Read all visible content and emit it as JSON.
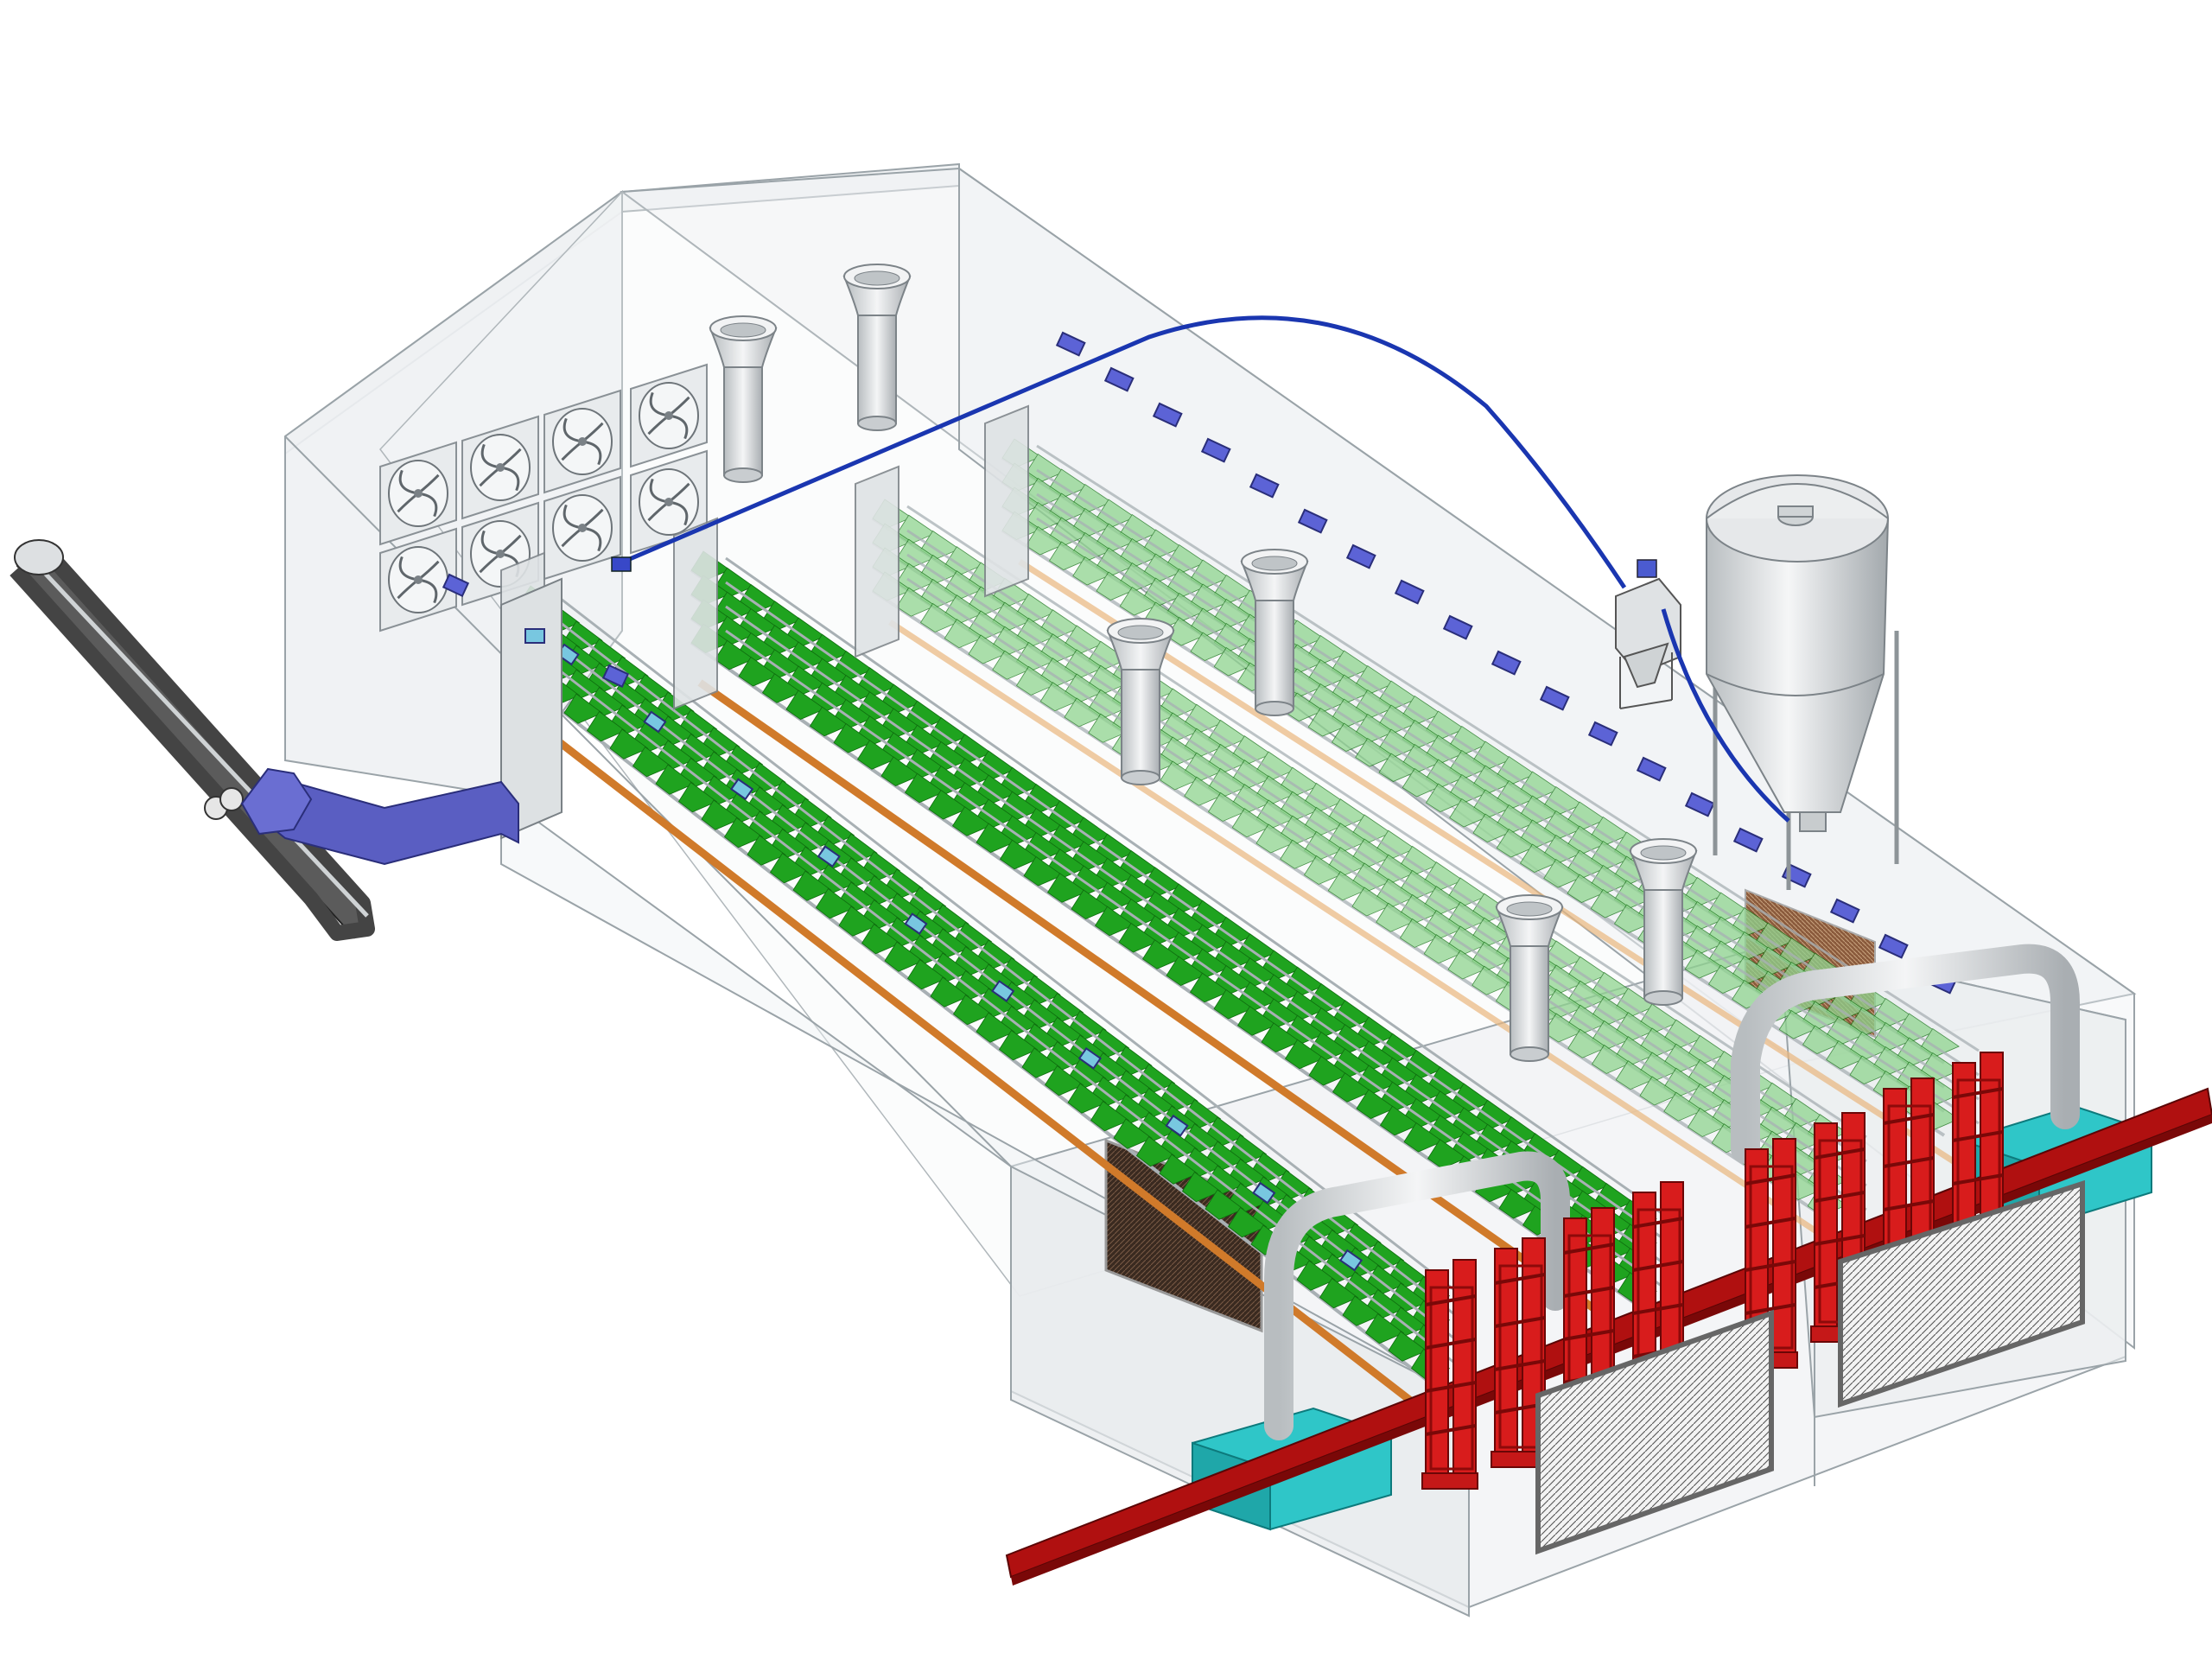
{
  "scene": {
    "colors": {
      "background": "#ffffff",
      "building_fill": "#eef1f3",
      "building_stroke": "#9aa3a8",
      "cage_green": "#1fa31f",
      "cage_green_light": "#8fd48f",
      "cage_rack": "#a8b0b4",
      "egg_belt_orange": "#d07a2a",
      "feed_line_blue": "#1a36b0",
      "conveyor_blue": "#5a5ec2",
      "conveyor_belt": "#4a4a4a",
      "cross_conveyor_red": "#b01010",
      "elevator_red": "#d81c1c",
      "silo_grey": "#d9dcde",
      "vent_grey": "#dfe3e5",
      "duct_grey": "#d5d9db",
      "heater_cyan": "#2fc6c8",
      "cooling_pad_brown": "#6b3a22",
      "sensor_blue": "#5c63d6"
    },
    "components": {
      "house": "house-shell",
      "fans": "exhaust-fan-wall",
      "fan_count": 8,
      "cage_rows": "cage-rows",
      "cage_row_count": 4,
      "chimneys": "roof-ventilation-chimneys",
      "chimney_count": 6,
      "feed_silo": "feed-silo",
      "feed_line": "feed-transport-line",
      "manure_conveyor": "manure-incline-conveyor",
      "cross_conveyor": "egg-cross-conveyor",
      "egg_elevators": "egg-elevators",
      "egg_elevator_count": 8,
      "heaters": "heaters",
      "cooling_pads": "cooling-pads",
      "inlets": "wall-air-inlets",
      "inlet_count": 20
    }
  }
}
